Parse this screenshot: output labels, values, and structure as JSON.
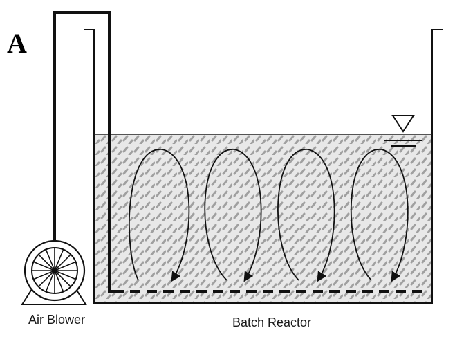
{
  "figure": {
    "panel_label": "A",
    "labels": {
      "blower": "Air Blower",
      "reactor": "Batch Reactor"
    }
  },
  "colors": {
    "line": "#111111",
    "water_fill": "#e6e6e6",
    "stipple": "#9a9a9a",
    "background": "#ffffff"
  },
  "icons": {
    "water_level": "inverted-triangle-free-surface",
    "blower": "fan-wheel"
  },
  "circulation_cell_count": 4
}
